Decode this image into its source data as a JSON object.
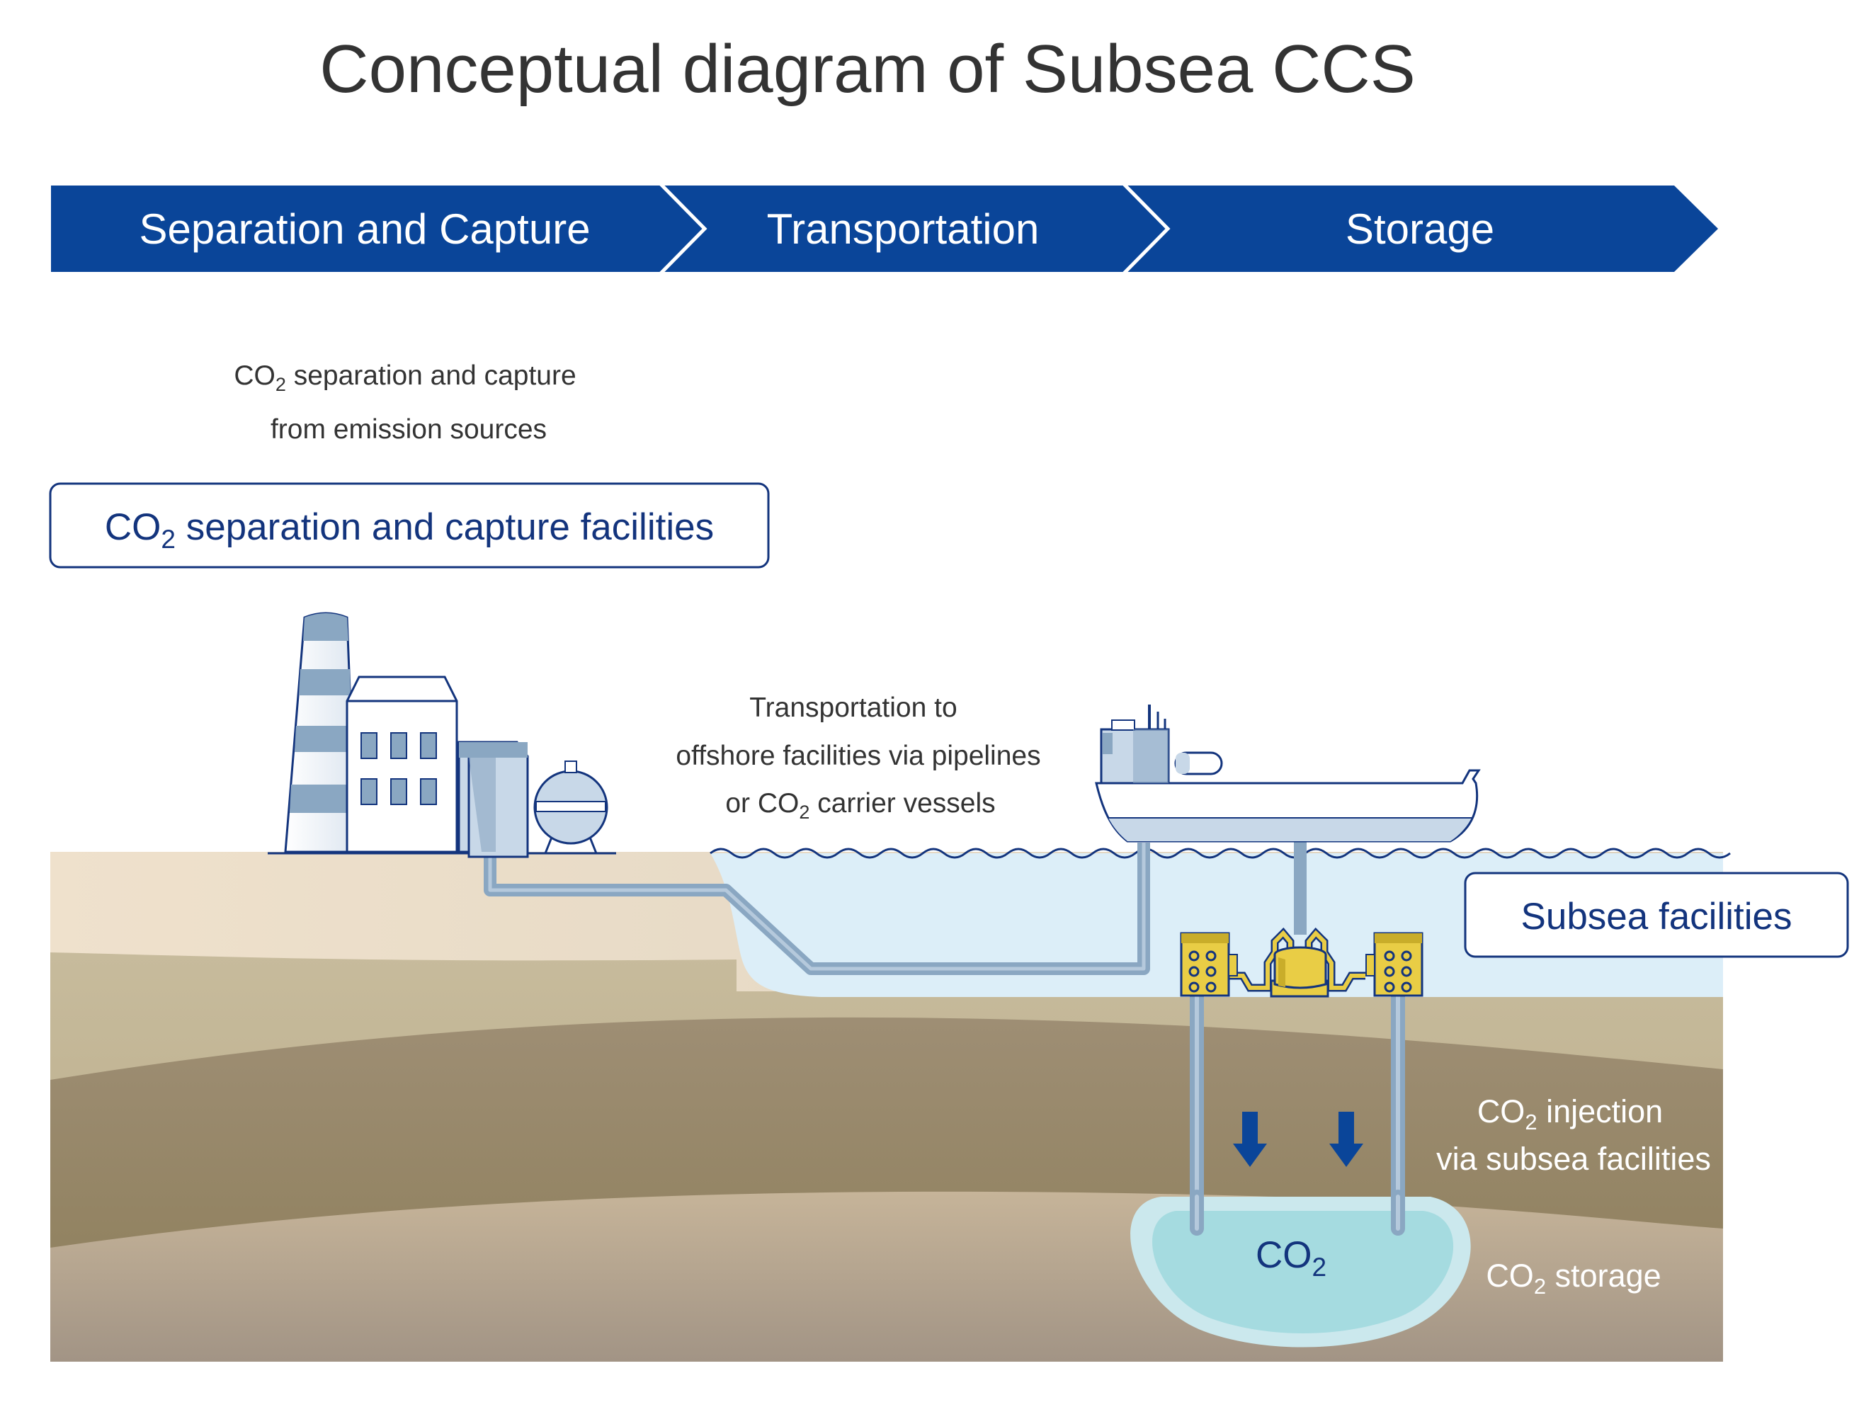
{
  "title": "Conceptual diagram of Subsea CCS",
  "stages": [
    {
      "label": "Separation and Capture"
    },
    {
      "label": "Transportation"
    },
    {
      "label": "Storage"
    }
  ],
  "capture": {
    "note_line1_prefix": "CO",
    "note_line1_sub": "2",
    "note_line1_suffix": " separation and capture",
    "note_line2": "from emission sources",
    "box_prefix": "CO",
    "box_sub": "2",
    "box_suffix": " separation and capture facilities"
  },
  "transport": {
    "line1": "Transportation to",
    "line2": "offshore facilities via pipelines",
    "line3_prefix": "or CO",
    "line3_sub": "2",
    "line3_suffix": " carrier vessels"
  },
  "subsea": {
    "box_label": "Subsea facilities"
  },
  "injection": {
    "line1_prefix": "CO",
    "line1_sub": "2",
    "line1_suffix": " injection",
    "line2": "via subsea facilities"
  },
  "reservoir": {
    "label_prefix": "CO",
    "label_sub": "2",
    "storage_prefix": "CO",
    "storage_sub": "2",
    "storage_suffix": " storage"
  },
  "colors": {
    "banner": "#0a4599",
    "text_dark": "#333333",
    "text_blue": "#13347d",
    "sea": "#dceef8",
    "pipe": "#8aa7c2",
    "subsea_equipment": "#e9cd45",
    "reservoir": "#a5dbe0"
  }
}
